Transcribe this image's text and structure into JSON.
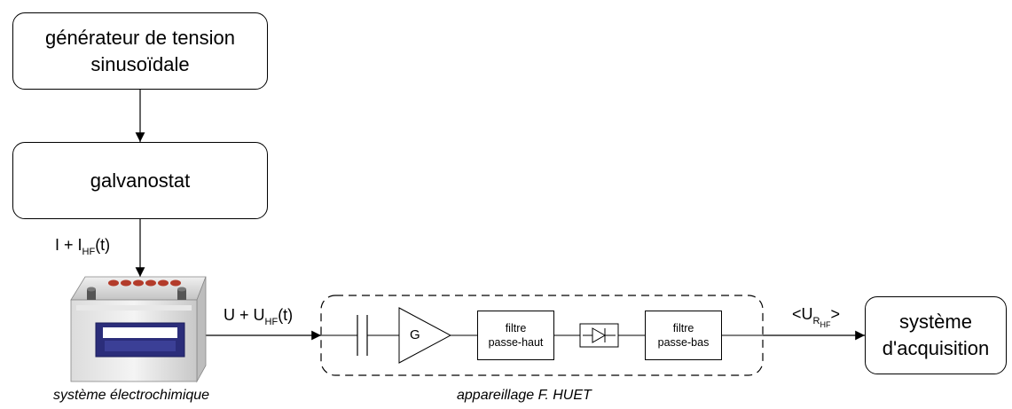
{
  "blocks": {
    "generator": {
      "line1": "générateur de tension",
      "line2": "sinusoïdale"
    },
    "galvanostat": {
      "label": "galvanostat"
    },
    "acquisition": {
      "line1": "système",
      "line2": "d'acquisition"
    }
  },
  "signals": {
    "current": {
      "main": "I + I",
      "sub": "HF",
      "tail": "(t)"
    },
    "voltage": {
      "main": "U + U",
      "sub": "HF",
      "tail": "(t)"
    },
    "output": {
      "open": "<U",
      "sub": "R",
      "subsub": "HF",
      "close": ">"
    }
  },
  "huet": {
    "amplifier": "G",
    "highpass": {
      "line1": "filtre",
      "line2": "passe-haut"
    },
    "lowpass": {
      "line1": "filtre",
      "line2": "passe-bas"
    }
  },
  "captions": {
    "battery": "système électrochimique",
    "apparatus": "appareillage F. HUET"
  }
}
